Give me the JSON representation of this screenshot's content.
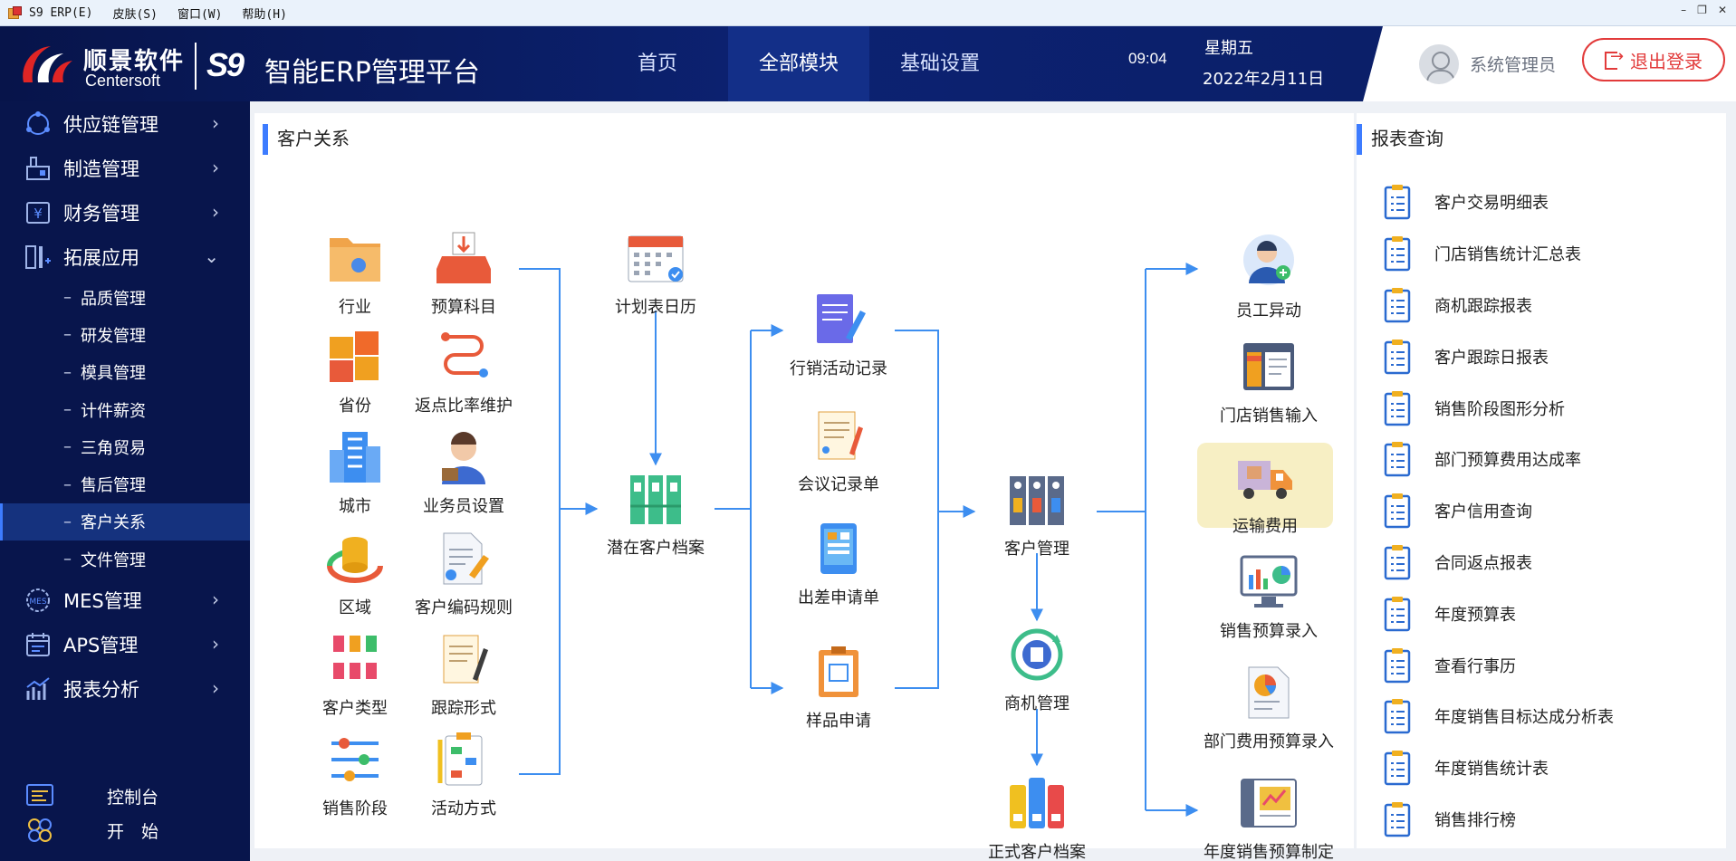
{
  "window": {
    "title": "S9 ERP(E)",
    "menus": [
      "皮肤(S)",
      "窗口(W)",
      "帮助(H)"
    ],
    "controls": [
      "–",
      "❐",
      "✕"
    ]
  },
  "header": {
    "brand_cn": "顺景软件",
    "brand_en": "Centersoft",
    "s9": "S9",
    "platform": "智能ERP管理平台",
    "nav": [
      "首页",
      "全部模块",
      "基础设置"
    ],
    "active_nav": "全部模块",
    "time": "09:04",
    "weekday": "星期五",
    "date": "2022年2月11日",
    "user": "系统管理员",
    "logout": "退出登录"
  },
  "sidebar": {
    "items": [
      {
        "label": "供应链管理",
        "icon": "supply-chain-icon",
        "chevron": "›"
      },
      {
        "label": "制造管理",
        "icon": "manufacturing-icon",
        "chevron": "›"
      },
      {
        "label": "财务管理",
        "icon": "finance-icon",
        "chevron": "›"
      },
      {
        "label": "拓展应用",
        "icon": "extension-icon",
        "chevron": "⌄"
      }
    ],
    "subitems": [
      "品质管理",
      "研发管理",
      "模具管理",
      "计件薪资",
      "三角贸易",
      "售后管理",
      "客户关系",
      "文件管理"
    ],
    "active_subitem": "客户关系",
    "items_after": [
      {
        "label": "MES管理",
        "icon": "mes-icon",
        "chevron": "›"
      },
      {
        "label": "APS管理",
        "icon": "aps-icon",
        "chevron": "›"
      },
      {
        "label": "报表分析",
        "icon": "report-analysis-icon",
        "chevron": "›"
      }
    ],
    "bottom": [
      {
        "label": "控制台",
        "icon": "console-icon"
      },
      {
        "label": "开　始",
        "icon": "start-icon"
      }
    ]
  },
  "crm": {
    "title": "客户关系",
    "nodes": {
      "industry": "行业",
      "budget_subject": "预算科目",
      "province": "省份",
      "rebate_rate": "返点比率维护",
      "city": "城市",
      "salesman": "业务员设置",
      "region": "区域",
      "customer_code_rule": "客户编码规则",
      "customer_type": "客户类型",
      "track_form": "跟踪形式",
      "sales_stage": "销售阶段",
      "activity_mode": "活动方式",
      "plan_calendar": "计划表日历",
      "potential_customer": "潜在客户档案",
      "marketing_record": "行销活动记录",
      "meeting_record": "会议记录单",
      "trip_request": "出差申请单",
      "sample_request": "样品申请",
      "customer_mgmt": "客户管理",
      "opportunity_mgmt": "商机管理",
      "formal_customer": "正式客户档案",
      "employee_change": "员工异动",
      "store_sales_input": "门店销售输入",
      "shipping_cost": "运输费用",
      "sales_budget_entry": "销售预算录入",
      "dept_budget_entry": "部门费用预算录入",
      "annual_budget": "年度销售预算制定"
    }
  },
  "reports": {
    "title": "报表查询",
    "items": [
      "客户交易明细表",
      "门店销售统计汇总表",
      "商机跟踪报表",
      "客户跟踪日报表",
      "销售阶段图形分析",
      "部门预算费用达成率",
      "客户信用查询",
      "合同返点报表",
      "年度预算表",
      "查看行事历",
      "年度销售目标达成分析表",
      "年度销售统计表",
      "销售排行榜"
    ]
  },
  "colors": {
    "header_bg": "#0a1d63",
    "sidebar_bg": "#08154c",
    "accent": "#3d7cff",
    "logout": "#e23b3b",
    "flow_line": "#3d8ef0"
  }
}
